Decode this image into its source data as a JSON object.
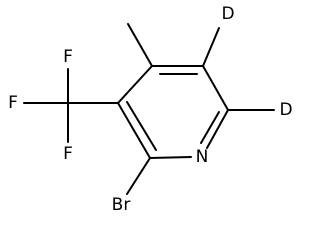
{
  "molecule": {
    "atoms": {
      "n": "N",
      "br": "Br",
      "d_top": "D",
      "d_right": "D",
      "f_top": "F",
      "f_left": "F",
      "f_bottom": "F"
    },
    "colors": {
      "bond": "#000000",
      "label": "#000000",
      "background": "#ffffff"
    }
  }
}
